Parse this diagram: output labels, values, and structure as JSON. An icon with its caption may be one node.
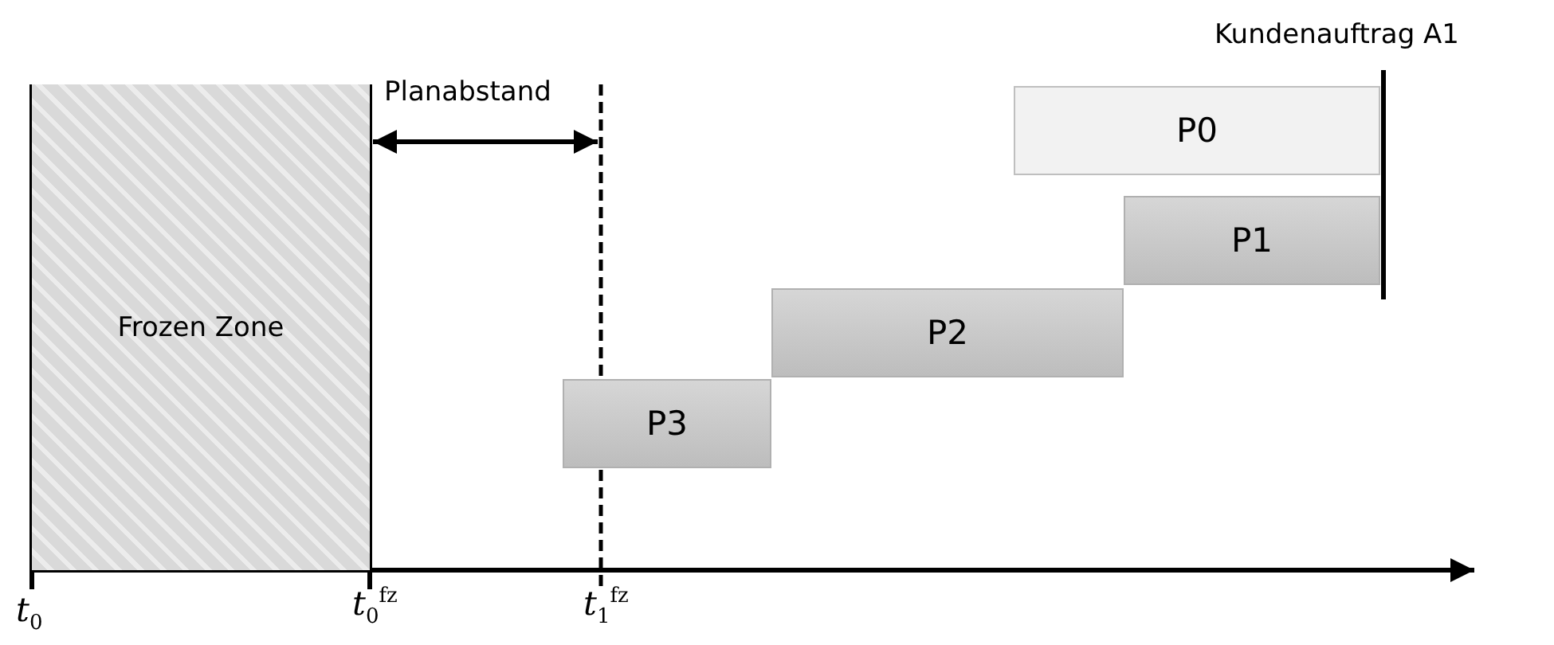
{
  "diagram": {
    "nodes": [
      {
        "text": [
          "Frozen Zone"
        ]
      },
      {
        "text": [
          "P0"
        ]
      },
      {
        "text": [
          "P1"
        ]
      },
      {
        "text": [
          "P2"
        ]
      },
      {
        "text": [
          "P3"
        ]
      }
    ],
    "labels": [
      "Kundenauftrag A1",
      "Planabstand",
      "*t*$_{0}$",
      "*t*$_{0}$$^{fz}$",
      "*t*$_{1}$$^{fz}$"
    ]
  }
}
